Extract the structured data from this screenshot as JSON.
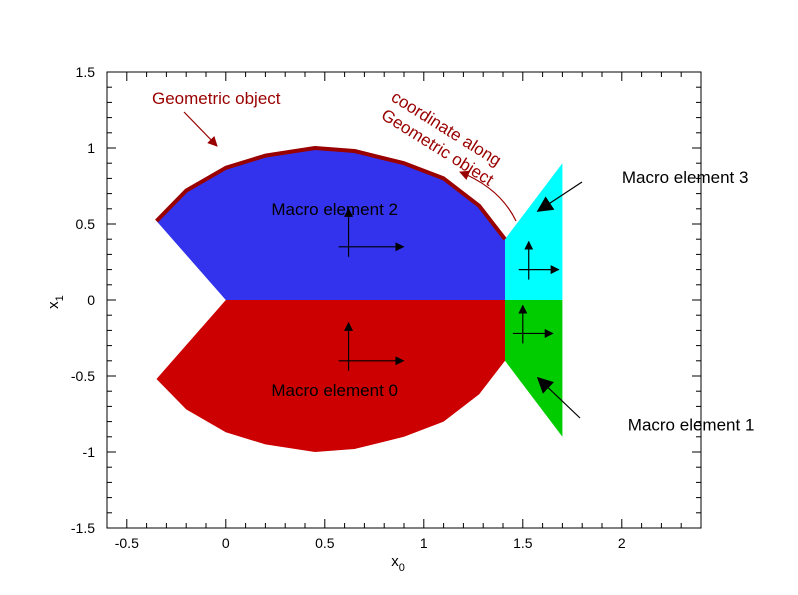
{
  "figure": {
    "x_axis": {
      "label_main": "x",
      "label_sub": "0",
      "range": [
        -0.6,
        2.4
      ],
      "ticks": [
        {
          "value": -0.5,
          "label": "-0.5"
        },
        {
          "value": 0,
          "label": "0"
        },
        {
          "value": 0.5,
          "label": "0.5"
        },
        {
          "value": 1,
          "label": "1"
        },
        {
          "value": 1.5,
          "label": "1.5"
        },
        {
          "value": 2,
          "label": "2"
        }
      ]
    },
    "y_axis": {
      "label_main": "x",
      "label_sub": "1",
      "range": [
        -1.5,
        1.5
      ],
      "ticks": [
        {
          "value": -1.5,
          "label": "-1.5"
        },
        {
          "value": -1,
          "label": "-1"
        },
        {
          "value": -0.5,
          "label": "-0.5"
        },
        {
          "value": 0,
          "label": "0"
        },
        {
          "value": 0.5,
          "label": "0.5"
        },
        {
          "value": 1,
          "label": "1"
        },
        {
          "value": 1.5,
          "label": "1.5"
        }
      ]
    },
    "macro_elements": [
      {
        "label": "Macro element 0",
        "color": "#cc0000",
        "polygon": [
          [
            -0.35,
            -0.52
          ],
          [
            -0.2,
            -0.72
          ],
          [
            0,
            -0.87
          ],
          [
            0.2,
            -0.95
          ],
          [
            0.45,
            -1.0
          ],
          [
            0.65,
            -0.98
          ],
          [
            0.9,
            -0.9
          ],
          [
            1.1,
            -0.8
          ],
          [
            1.28,
            -0.62
          ],
          [
            1.41,
            -0.4
          ],
          [
            1.41,
            0
          ],
          [
            0,
            0
          ]
        ],
        "label_at": [
          0.55,
          -0.63
        ],
        "arrow_origin": [
          0.62,
          -0.4
        ]
      },
      {
        "label": "Macro element 1",
        "color": "#00cc00",
        "polygon": [
          [
            1.41,
            0
          ],
          [
            1.7,
            0
          ],
          [
            1.7,
            -0.9
          ],
          [
            1.41,
            -0.4
          ]
        ],
        "label_at": [
          2.35,
          -0.86
        ],
        "arrow_origin": [
          1.5,
          -0.22
        ]
      },
      {
        "label": "Macro element 2",
        "color": "#3333ee",
        "polygon": [
          [
            -0.35,
            0.52
          ],
          [
            -0.2,
            0.72
          ],
          [
            0,
            0.87
          ],
          [
            0.2,
            0.95
          ],
          [
            0.45,
            1.0
          ],
          [
            0.65,
            0.98
          ],
          [
            0.9,
            0.9
          ],
          [
            1.1,
            0.8
          ],
          [
            1.28,
            0.62
          ],
          [
            1.41,
            0.4
          ],
          [
            1.41,
            0
          ],
          [
            0,
            0
          ]
        ],
        "label_at": [
          0.55,
          0.56
        ],
        "arrow_origin": [
          0.62,
          0.35
        ]
      },
      {
        "label": "Macro element 3",
        "color": "#00ffff",
        "polygon": [
          [
            1.41,
            0
          ],
          [
            1.7,
            0
          ],
          [
            1.7,
            0.9
          ],
          [
            1.41,
            0.4
          ]
        ],
        "label_at": [
          2.32,
          0.77
        ],
        "arrow_origin": [
          1.53,
          0.2
        ]
      }
    ],
    "geometric_object": {
      "label": "Geometric object",
      "color": "#990000",
      "curve": [
        [
          -0.35,
          0.52
        ],
        [
          -0.2,
          0.72
        ],
        [
          0,
          0.87
        ],
        [
          0.2,
          0.95
        ],
        [
          0.45,
          1.0
        ],
        [
          0.65,
          0.98
        ],
        [
          0.9,
          0.9
        ],
        [
          1.1,
          0.8
        ],
        [
          1.28,
          0.62
        ],
        [
          1.41,
          0.4
        ]
      ],
      "coordinate_label_line1": "coordinate along",
      "coordinate_label_line2": "Geometric object"
    }
  }
}
